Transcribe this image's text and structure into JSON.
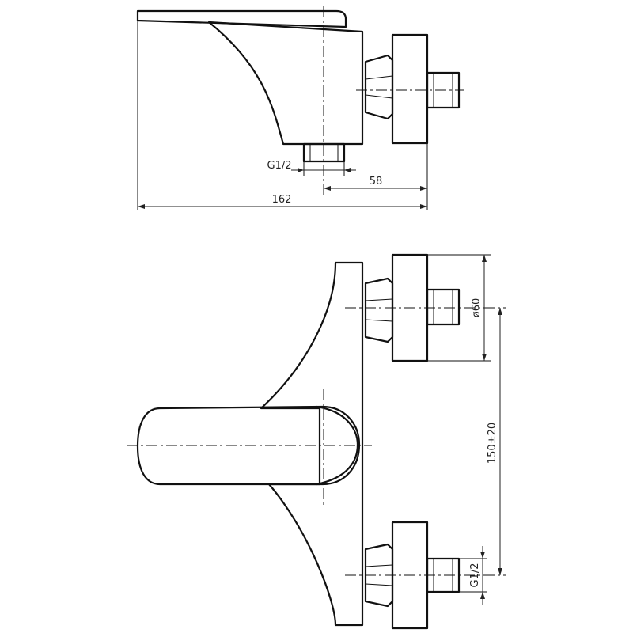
{
  "dimensions": {
    "overall_length": "162",
    "outlet_offset": "58",
    "outlet_thread": "G1/2",
    "flange_diameter": "ø60",
    "center_distance": "150±20",
    "inlet_thread": "G1/2"
  },
  "colors": {
    "line": "#111111",
    "background": "#ffffff"
  }
}
